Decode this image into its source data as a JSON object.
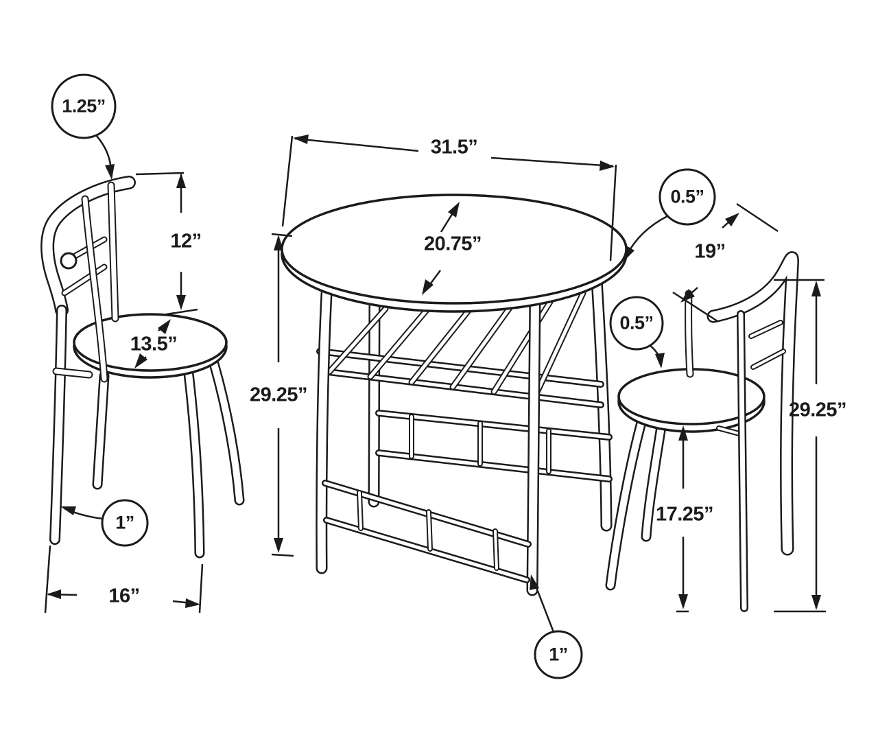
{
  "canvas": {
    "background": "#ffffff",
    "line_color": "#1b1b1b"
  },
  "diagram": {
    "left_chair": {
      "tube_diameter": "1.25”",
      "backrest_height": "12”",
      "seat_diameter": "13.5”",
      "leg_diameter": "1”",
      "base_width": "16”"
    },
    "table": {
      "top_width": "31.5”",
      "top_depth": "20.75”",
      "height": "29.25”",
      "leg_diameter": "1”",
      "top_thickness": "0.5”"
    },
    "right_chair": {
      "backrest_width": "19”",
      "seat_thickness": "0.5”",
      "seat_height": "17.25”",
      "total_height": "29.25”"
    }
  }
}
